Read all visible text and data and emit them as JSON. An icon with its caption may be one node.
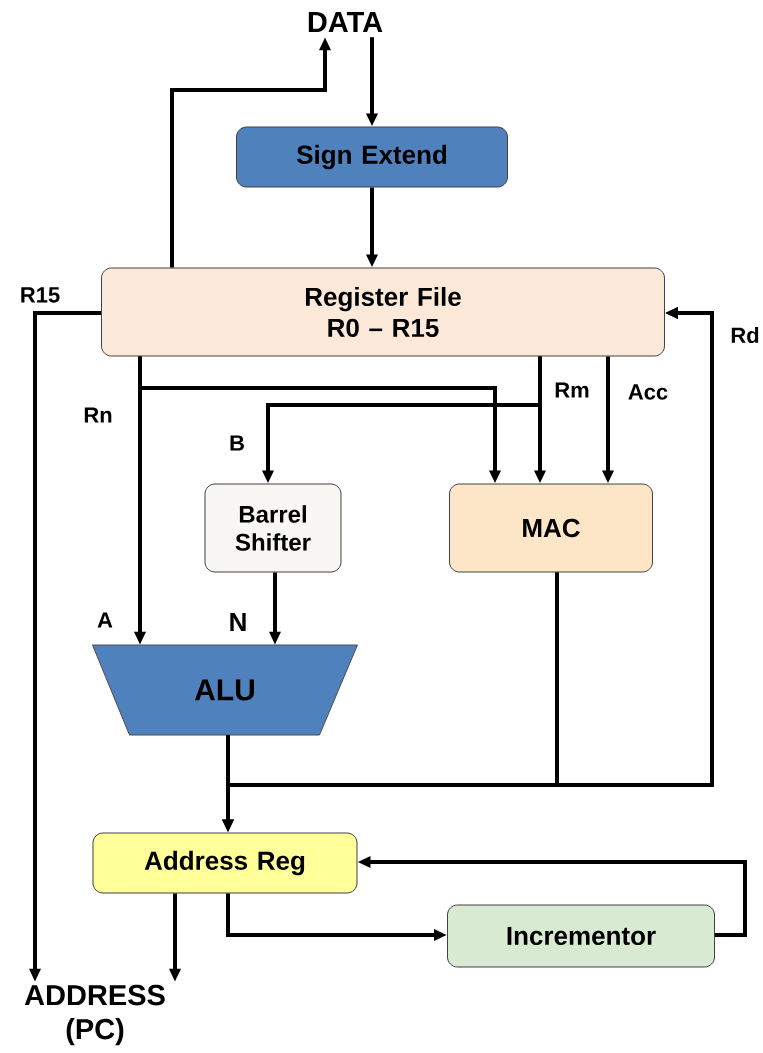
{
  "diagram": {
    "nodes": [
      {
        "text": [
          "DATA"
        ]
      },
      {
        "text": [
          "Sign Extend"
        ]
      },
      {
        "text": [
          "Register File",
          "R0 – R15"
        ]
      },
      {
        "text": [
          "Barrel Shifter"
        ]
      },
      {
        "text": [
          "MAC"
        ]
      },
      {
        "text": [
          "ALU"
        ]
      },
      {
        "text": [
          "Address Reg"
        ]
      },
      {
        "text": [
          "Incrementor"
        ]
      },
      {
        "text": [
          "ADDRESS (PC)"
        ]
      }
    ],
    "edges": [
      {
        "from": 2,
        "to": 0,
        "arrow": "to"
      },
      {
        "from": 0,
        "to": 1,
        "arrow": "to"
      },
      {
        "from": 1,
        "to": 2,
        "arrow": "to"
      },
      {
        "from": 2,
        "to": 8,
        "arrow": "to",
        "label": "R15"
      },
      {
        "from": 2,
        "to": 5,
        "arrow": "to",
        "label": "Rn"
      },
      {
        "from": 2,
        "to": 4,
        "arrow": "to"
      },
      {
        "from": 2,
        "to": 3,
        "arrow": "to"
      },
      {
        "from": 2,
        "to": 4,
        "arrow": "to",
        "label": "Rm"
      },
      {
        "from": 2,
        "to": 4,
        "arrow": "to",
        "label": "Acc"
      },
      {
        "from": 3,
        "to": 5,
        "arrow": "to"
      },
      {
        "from": 5,
        "to": 6,
        "arrow": "to"
      },
      {
        "from": 5,
        "to": 2,
        "arrow": "to",
        "label": "Rd"
      },
      {
        "from": 4,
        "to": 6,
        "arrow": "to"
      },
      {
        "from": 4,
        "to": 2,
        "arrow": "to"
      },
      {
        "from": 6,
        "to": 7,
        "arrow": "to"
      },
      {
        "from": 7,
        "to": 6,
        "arrow": "to"
      },
      {
        "from": 6,
        "to": 8,
        "arrow": "to"
      }
    ],
    "labels": [
      "B",
      "A",
      "N"
    ]
  }
}
